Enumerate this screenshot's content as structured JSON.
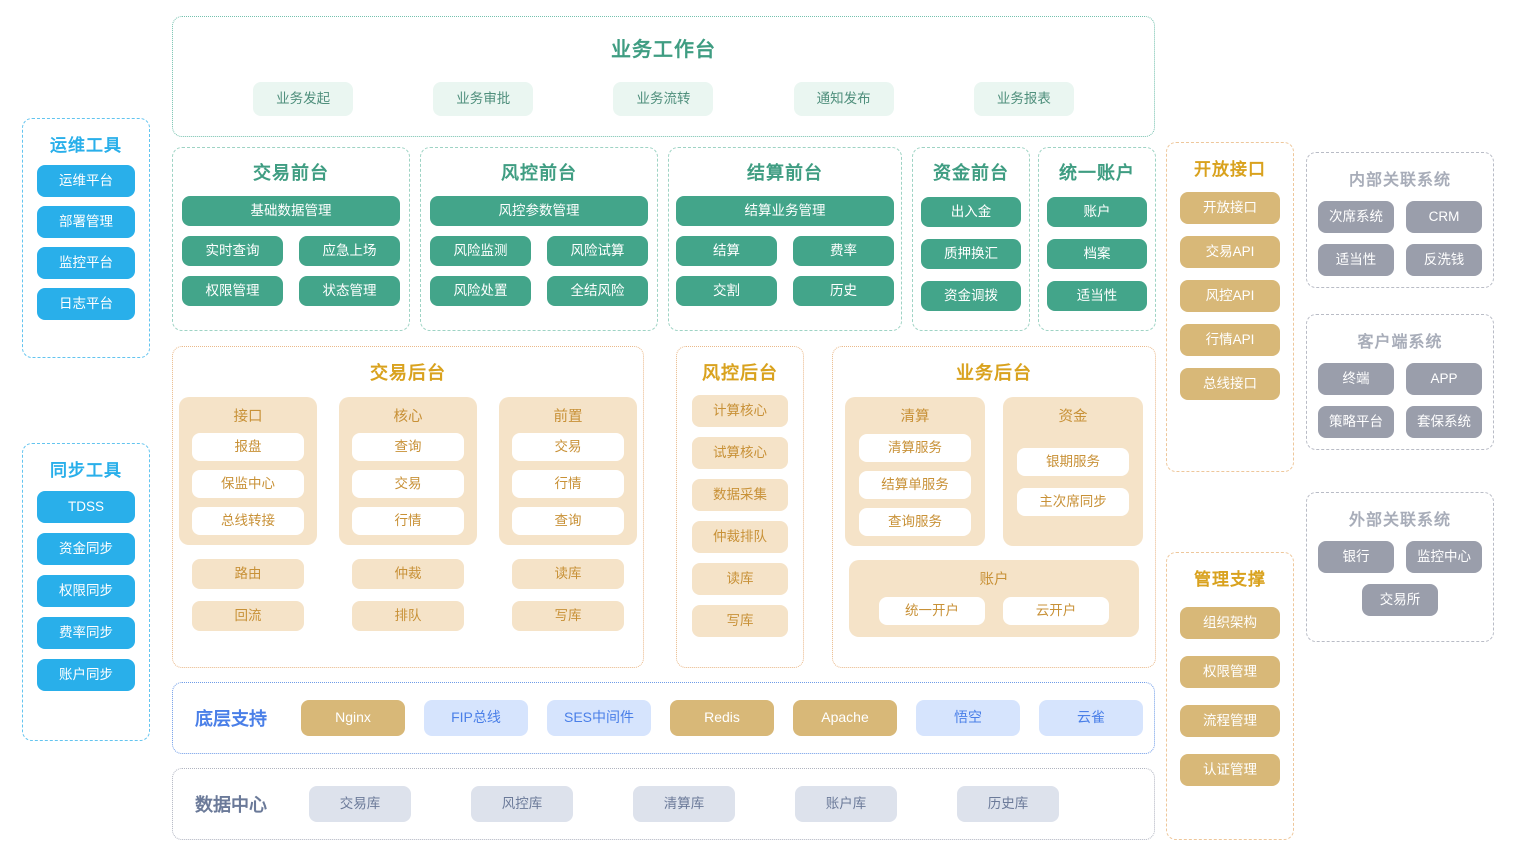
{
  "colors": {
    "green": "#43a58a",
    "green_light": "#eaf6f1",
    "blue": "#29afea",
    "gold": "#d8b878",
    "beige": "#f5e3c8",
    "gray": "#9a9eab",
    "light_blue": "#d6e4fd",
    "data_gray": "#dde2ec"
  },
  "ops_tools": {
    "title": "运维工具",
    "items": [
      "运维平台",
      "部署管理",
      "监控平台",
      "日志平台"
    ]
  },
  "sync_tools": {
    "title": "同步工具",
    "items": [
      "TDSS",
      "资金同步",
      "权限同步",
      "费率同步",
      "账户同步"
    ]
  },
  "workbench": {
    "title": "业务工作台",
    "items": [
      "业务发起",
      "业务审批",
      "业务流转",
      "通知发布",
      "业务报表"
    ]
  },
  "front_office": [
    {
      "title": "交易前台",
      "wide": "基础数据管理",
      "pairs": [
        [
          "实时查询",
          "应急上场"
        ],
        [
          "权限管理",
          "状态管理"
        ]
      ]
    },
    {
      "title": "风控前台",
      "wide": "风控参数管理",
      "pairs": [
        [
          "风险监测",
          "风险试算"
        ],
        [
          "风险处置",
          "全结风险"
        ]
      ]
    },
    {
      "title": "结算前台",
      "wide": "结算业务管理",
      "pairs": [
        [
          "结算",
          "费率"
        ],
        [
          "交割",
          "历史"
        ]
      ]
    }
  ],
  "front_office_narrow": [
    {
      "title": "资金前台",
      "items": [
        "出入金",
        "质押换汇",
        "资金调拨"
      ]
    },
    {
      "title": "统一账户",
      "items": [
        "账户",
        "档案",
        "适当性"
      ]
    }
  ],
  "back_office": {
    "trade": {
      "title": "交易后台",
      "groups": [
        {
          "name": "接口",
          "items": [
            "报盘",
            "保监中心",
            "总线转接"
          ]
        },
        {
          "name": "核心",
          "items": [
            "查询",
            "交易",
            "行情"
          ]
        },
        {
          "name": "前置",
          "items": [
            "交易",
            "行情",
            "查询"
          ]
        }
      ],
      "extra": [
        [
          "路由",
          "回流"
        ],
        [
          "仲裁",
          "排队"
        ],
        [
          "读库",
          "写库"
        ]
      ]
    },
    "risk": {
      "title": "风控后台",
      "items": [
        "计算核心",
        "试算核心",
        "数据采集",
        "仲裁排队",
        "读库",
        "写库"
      ]
    },
    "biz": {
      "title": "业务后台",
      "groups": [
        {
          "name": "清算",
          "items": [
            "清算服务",
            "结算单服务",
            "查询服务"
          ]
        },
        {
          "name": "资金",
          "items": [
            "银期服务",
            "主次席同步"
          ]
        }
      ],
      "account": {
        "name": "账户",
        "items": [
          "统一开户",
          "云开户"
        ]
      }
    }
  },
  "infra": {
    "label": "底层支持",
    "items": [
      {
        "name": "Nginx",
        "style": "gold"
      },
      {
        "name": "FIP总线",
        "style": "lblue"
      },
      {
        "name": "SES中间件",
        "style": "lblue"
      },
      {
        "name": "Redis",
        "style": "gold"
      },
      {
        "name": "Apache",
        "style": "gold"
      },
      {
        "name": "悟空",
        "style": "lblue"
      },
      {
        "name": "云雀",
        "style": "lblue"
      }
    ]
  },
  "data_center": {
    "label": "数据中心",
    "items": [
      "交易库",
      "风控库",
      "清算库",
      "账户库",
      "历史库"
    ]
  },
  "open_api": {
    "title": "开放接口",
    "items": [
      "开放接口",
      "交易API",
      "风控API",
      "行情API",
      "总线接口"
    ]
  },
  "management": {
    "title": "管理支撑",
    "items": [
      "组织架构",
      "权限管理",
      "流程管理",
      "认证管理"
    ]
  },
  "systems": [
    {
      "title": "内部关联系统",
      "rows": [
        [
          "次席系统",
          "CRM"
        ],
        [
          "适当性",
          "反洗钱"
        ]
      ]
    },
    {
      "title": "客户端系统",
      "rows": [
        [
          "终端",
          "APP"
        ],
        [
          "策略平台",
          "套保系统"
        ]
      ]
    },
    {
      "title": "外部关联系统",
      "rows": [
        [
          "银行",
          "监控中心"
        ],
        [
          "交易所"
        ]
      ]
    }
  ]
}
